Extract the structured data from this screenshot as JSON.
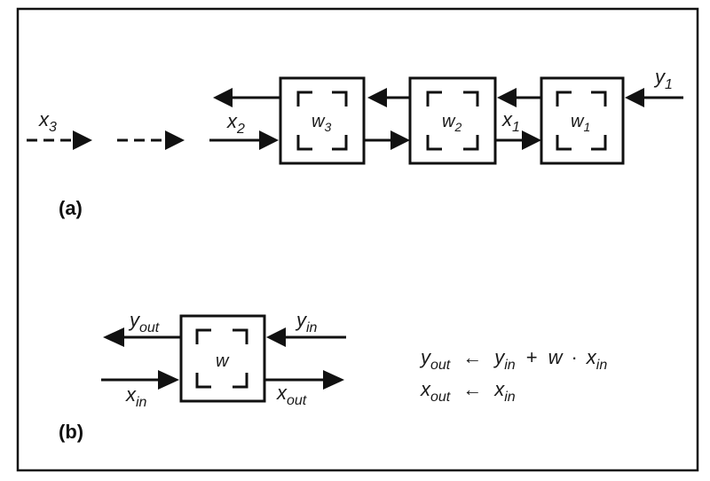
{
  "panel_a": {
    "label": "(a)",
    "cells": [
      {
        "weight": "w",
        "weight_sub": "3"
      },
      {
        "weight": "w",
        "weight_sub": "2"
      },
      {
        "weight": "w",
        "weight_sub": "1"
      }
    ],
    "inputs": [
      {
        "name": "x",
        "sub": "3"
      },
      {
        "name": "x",
        "sub": "2"
      },
      {
        "name": "x",
        "sub": "1"
      }
    ],
    "output_in": {
      "name": "y",
      "sub": "1"
    }
  },
  "panel_b": {
    "label": "(b)",
    "cell_weight": "w",
    "y_out": {
      "name": "y",
      "sub": "out"
    },
    "y_in": {
      "name": "y",
      "sub": "in"
    },
    "x_in": {
      "name": "x",
      "sub": "in"
    },
    "x_out": {
      "name": "x",
      "sub": "out"
    },
    "equations": [
      {
        "lhs": "y",
        "lhs_sub": "out",
        "arrow": "←",
        "rhs_a": "y",
        "rhs_a_sub": "in",
        "op": "+",
        "rhs_b": "w",
        "dot": "·",
        "rhs_c": "x",
        "rhs_c_sub": "in"
      },
      {
        "lhs": "x",
        "lhs_sub": "out",
        "arrow": "←",
        "rhs_a": "x",
        "rhs_a_sub": "in"
      }
    ]
  }
}
